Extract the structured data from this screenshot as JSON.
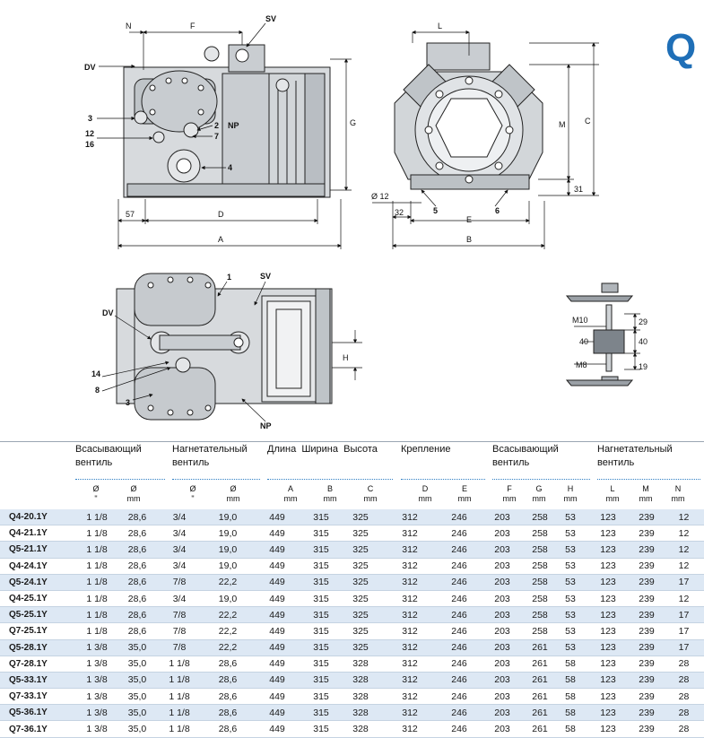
{
  "section_letter": "Q",
  "drawing_labels": {
    "front": {
      "N": "N",
      "F": "F",
      "SV": "SV",
      "DV": "DV",
      "3": "3",
      "12": "12",
      "16": "16",
      "2": "2",
      "NP": "NP",
      "7": "7",
      "4": "4",
      "G": "G",
      "57": "57",
      "D": "D",
      "A": "A"
    },
    "side": {
      "L": "L",
      "M": "M",
      "C": "C",
      "31": "31",
      "phi12": "Ø 12",
      "32": "32",
      "5": "5",
      "6": "6",
      "E": "E",
      "B": "B"
    },
    "top": {
      "1": "1",
      "SV": "SV",
      "DV": "DV",
      "14": "14",
      "8": "8",
      "3": "3",
      "NP": "NP",
      "H": "H"
    },
    "mount": {
      "M10": "M10",
      "M8": "M8",
      "40a": "40",
      "40b": "40",
      "29": "29",
      "19": "19"
    }
  },
  "table": {
    "group_headers": {
      "suction_valve": [
        "Всасывающий",
        "вентиль"
      ],
      "discharge_valve": [
        "Нагнетательный",
        "вентиль"
      ],
      "dimensions": "Длина  Ширина  Высота",
      "mounting": "Крепление",
      "suction_valve2": [
        "Всасывающий",
        "вентиль"
      ],
      "discharge_valve2": [
        "Нагнетательный",
        "вентиль"
      ]
    },
    "unit_headers": [
      {
        "sym": "Ø",
        "unit": "\""
      },
      {
        "sym": "Ø",
        "unit": "mm"
      },
      {
        "sym": "Ø",
        "unit": "\""
      },
      {
        "sym": "Ø",
        "unit": "mm"
      },
      {
        "sym": "A",
        "unit": "mm"
      },
      {
        "sym": "B",
        "unit": "mm"
      },
      {
        "sym": "C",
        "unit": "mm"
      },
      {
        "sym": "D",
        "unit": "mm"
      },
      {
        "sym": "E",
        "unit": "mm"
      },
      {
        "sym": "F",
        "unit": "mm"
      },
      {
        "sym": "G",
        "unit": "mm"
      },
      {
        "sym": "H",
        "unit": "mm"
      },
      {
        "sym": "L",
        "unit": "mm"
      },
      {
        "sym": "M",
        "unit": "mm"
      },
      {
        "sym": "N",
        "unit": "mm"
      }
    ],
    "rows": [
      {
        "model": "Q4-20.1Y",
        "s_in": "1 1/8",
        "s_mm": "28,6",
        "d_in": "3/4",
        "d_mm": "19,0",
        "A": "449",
        "B": "315",
        "C": "325",
        "D": "312",
        "E": "246",
        "F": "203",
        "G": "258",
        "H": "53",
        "L": "123",
        "M": "239",
        "N": "12"
      },
      {
        "model": "Q4-21.1Y",
        "s_in": "1 1/8",
        "s_mm": "28,6",
        "d_in": "3/4",
        "d_mm": "19,0",
        "A": "449",
        "B": "315",
        "C": "325",
        "D": "312",
        "E": "246",
        "F": "203",
        "G": "258",
        "H": "53",
        "L": "123",
        "M": "239",
        "N": "12"
      },
      {
        "model": "Q5-21.1Y",
        "s_in": "1 1/8",
        "s_mm": "28,6",
        "d_in": "3/4",
        "d_mm": "19,0",
        "A": "449",
        "B": "315",
        "C": "325",
        "D": "312",
        "E": "246",
        "F": "203",
        "G": "258",
        "H": "53",
        "L": "123",
        "M": "239",
        "N": "12"
      },
      {
        "model": "Q4-24.1Y",
        "s_in": "1 1/8",
        "s_mm": "28,6",
        "d_in": "3/4",
        "d_mm": "19,0",
        "A": "449",
        "B": "315",
        "C": "325",
        "D": "312",
        "E": "246",
        "F": "203",
        "G": "258",
        "H": "53",
        "L": "123",
        "M": "239",
        "N": "12"
      },
      {
        "model": "Q5-24.1Y",
        "s_in": "1 1/8",
        "s_mm": "28,6",
        "d_in": "7/8",
        "d_mm": "22,2",
        "A": "449",
        "B": "315",
        "C": "325",
        "D": "312",
        "E": "246",
        "F": "203",
        "G": "258",
        "H": "53",
        "L": "123",
        "M": "239",
        "N": "17"
      },
      {
        "model": "Q4-25.1Y",
        "s_in": "1 1/8",
        "s_mm": "28,6",
        "d_in": "3/4",
        "d_mm": "19,0",
        "A": "449",
        "B": "315",
        "C": "325",
        "D": "312",
        "E": "246",
        "F": "203",
        "G": "258",
        "H": "53",
        "L": "123",
        "M": "239",
        "N": "12"
      },
      {
        "model": "Q5-25.1Y",
        "s_in": "1 1/8",
        "s_mm": "28,6",
        "d_in": "7/8",
        "d_mm": "22,2",
        "A": "449",
        "B": "315",
        "C": "325",
        "D": "312",
        "E": "246",
        "F": "203",
        "G": "258",
        "H": "53",
        "L": "123",
        "M": "239",
        "N": "17"
      },
      {
        "model": "Q7-25.1Y",
        "s_in": "1 1/8",
        "s_mm": "28,6",
        "d_in": "7/8",
        "d_mm": "22,2",
        "A": "449",
        "B": "315",
        "C": "325",
        "D": "312",
        "E": "246",
        "F": "203",
        "G": "258",
        "H": "53",
        "L": "123",
        "M": "239",
        "N": "17"
      },
      {
        "model": "Q5-28.1Y",
        "s_in": "1 3/8",
        "s_mm": "35,0",
        "d_in": "7/8",
        "d_mm": "22,2",
        "A": "449",
        "B": "315",
        "C": "325",
        "D": "312",
        "E": "246",
        "F": "203",
        "G": "261",
        "H": "53",
        "L": "123",
        "M": "239",
        "N": "17"
      },
      {
        "model": "Q7-28.1Y",
        "s_in": "1 3/8",
        "s_mm": "35,0",
        "d_in": "1 1/8",
        "d_mm": "28,6",
        "A": "449",
        "B": "315",
        "C": "328",
        "D": "312",
        "E": "246",
        "F": "203",
        "G": "261",
        "H": "58",
        "L": "123",
        "M": "239",
        "N": "28"
      },
      {
        "model": "Q5-33.1Y",
        "s_in": "1 3/8",
        "s_mm": "35,0",
        "d_in": "1 1/8",
        "d_mm": "28,6",
        "A": "449",
        "B": "315",
        "C": "328",
        "D": "312",
        "E": "246",
        "F": "203",
        "G": "261",
        "H": "58",
        "L": "123",
        "M": "239",
        "N": "28"
      },
      {
        "model": "Q7-33.1Y",
        "s_in": "1 3/8",
        "s_mm": "35,0",
        "d_in": "1 1/8",
        "d_mm": "28,6",
        "A": "449",
        "B": "315",
        "C": "328",
        "D": "312",
        "E": "246",
        "F": "203",
        "G": "261",
        "H": "58",
        "L": "123",
        "M": "239",
        "N": "28"
      },
      {
        "model": "Q5-36.1Y",
        "s_in": "1 3/8",
        "s_mm": "35,0",
        "d_in": "1 1/8",
        "d_mm": "28,6",
        "A": "449",
        "B": "315",
        "C": "328",
        "D": "312",
        "E": "246",
        "F": "203",
        "G": "261",
        "H": "58",
        "L": "123",
        "M": "239",
        "N": "28"
      },
      {
        "model": "Q7-36.1Y",
        "s_in": "1 3/8",
        "s_mm": "35,0",
        "d_in": "1 1/8",
        "d_mm": "28,6",
        "A": "449",
        "B": "315",
        "C": "328",
        "D": "312",
        "E": "246",
        "F": "203",
        "G": "261",
        "H": "58",
        "L": "123",
        "M": "239",
        "N": "28"
      }
    ]
  }
}
